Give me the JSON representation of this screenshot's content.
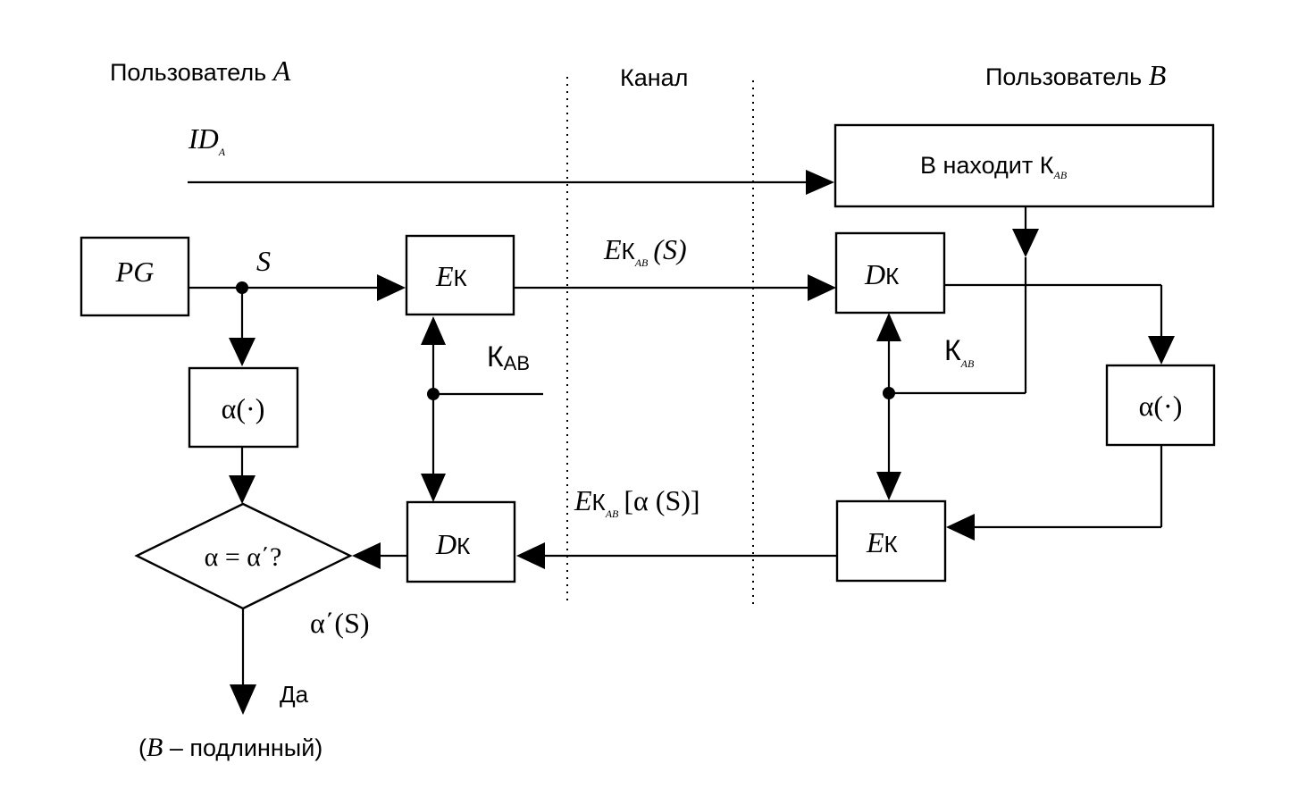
{
  "header": {
    "user_a_prefix": "Пользователь ",
    "user_a_var": "A",
    "channel": "Канал",
    "user_b_prefix": "Пользователь ",
    "user_b_var": "B"
  },
  "id_label": {
    "base": "ID",
    "sub": "A"
  },
  "boxes": {
    "pg": "PG",
    "b_finds_text": "В  находит  К",
    "b_finds_sub": "AB",
    "ek_a_italic": "E",
    "ek_a_k": "К",
    "dk_a_italic": "D",
    "dk_a_k": "К",
    "dk_b_italic": "D",
    "dk_b_k": "К",
    "ek_b_italic": "E",
    "ek_b_k": "К",
    "alpha_a": "α(·)",
    "alpha_b": "α(·)",
    "compare": "α = α΄?"
  },
  "labels": {
    "s": "S",
    "kab_a_k": "К",
    "kab_a_sub": "AB",
    "kab_b_k": "К",
    "kab_b_sub": "AB",
    "msg_top_e": "E",
    "msg_top_k": "К",
    "msg_top_sub": "AB",
    "msg_top_arg": "(S)",
    "msg_bot_e": "E",
    "msg_bot_k": "К",
    "msg_bot_sub": "AB",
    "msg_bot_arg": "[α (S)]",
    "alpha_prime": "α΄(S)",
    "yes": "Да",
    "result_open": "(",
    "result_var": "B",
    "result_rest": " – подлинный)"
  }
}
